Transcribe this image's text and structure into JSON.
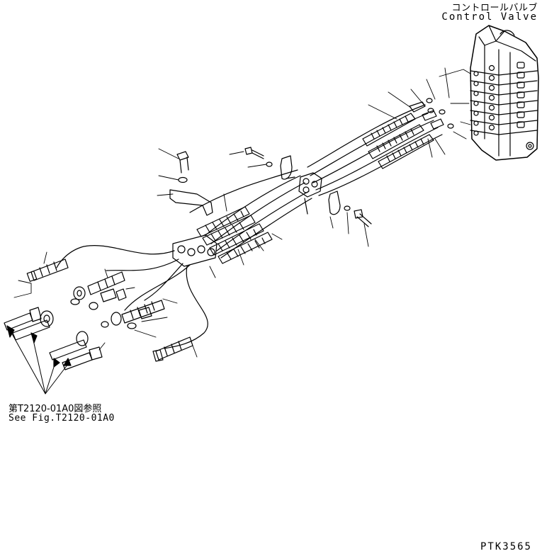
{
  "labels": {
    "control_valve_jp": "コントロールバルブ",
    "control_valve_en": "Control Valve",
    "reference_jp": "第T2120-01A0図参照",
    "reference_en": "See Fig.T2120-01A0",
    "drawing_code": "PTK3565"
  },
  "colors": {
    "ink": "#000000",
    "paper": "#ffffff"
  }
}
